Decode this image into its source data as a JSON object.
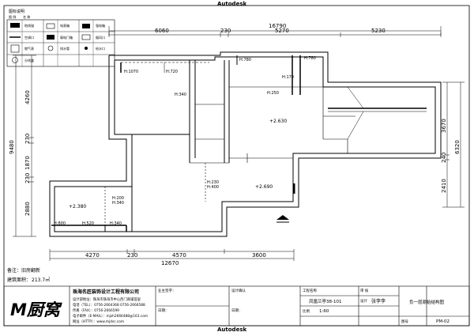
{
  "app": {
    "header": "Autodesk",
    "footer": "Autodesk"
  },
  "legend": {
    "title": "图标说明",
    "columns": [
      "图 例",
      "名 称"
    ],
    "items": [
      {
        "label": "地线锚",
        "icon": "ground-anchor-icon"
      },
      {
        "label": "空调口",
        "icon": "ac-outlet-icon"
      },
      {
        "label": "燃气表",
        "icon": "gas-meter-icon"
      },
      {
        "label": "分线盒",
        "icon": "junction-box-icon"
      },
      {
        "label": "电表箱",
        "icon": "meter-box-icon"
      },
      {
        "label": "弱电门箱",
        "icon": "weak-current-box-icon"
      },
      {
        "label": "排水管",
        "icon": "drain-pipe-icon"
      },
      {
        "label": "强电箱",
        "icon": "strong-current-box-icon"
      },
      {
        "label": "烟风口",
        "icon": "smoke-vent-icon"
      },
      {
        "label": "给水口",
        "icon": "water-inlet-icon"
      }
    ]
  },
  "dimensions": {
    "top_total": "16790",
    "top_segments": [
      "6060",
      "230",
      "5270",
      "5230"
    ],
    "bottom_total": "12670",
    "bottom_segments": [
      "4270",
      "230",
      "4570",
      "3600"
    ],
    "left_total": "9480",
    "left_segments": [
      "4260",
      "230",
      "1870",
      "230",
      "2880"
    ],
    "right_total": "6320",
    "right_segments": [
      "3670",
      "240",
      "2410"
    ]
  },
  "annotations": {
    "levels": [
      "+2.630",
      "+2.690",
      "+2.380"
    ],
    "beams": [
      "H:1070",
      "H:720",
      "H:340",
      "H:780",
      "H:170",
      "H:250",
      "H:780",
      "H:230",
      "H:400",
      "H:200",
      "H:340",
      "H:800",
      "H:520",
      "H:340"
    ]
  },
  "notes": {
    "remark": "备注：旧房翻新",
    "area_label": "建筑面积：",
    "area_value": "213.7㎡"
  },
  "company": {
    "logo": "M厨窝",
    "name": "珠海名匠装饰设计工程有限公司",
    "lines": [
      "设计部地址：珠海市珠海市中心西门商铺首层",
      "电话（TEL）：0756-2664368   0756-2666588",
      "传真（FAX）：0756-2666599",
      "电子邮件（E-MAIL）：mjzh2666488@163.com",
      "网址（HTTP）：www.mjdsc.com"
    ]
  },
  "title_block": {
    "owner_confirm": "业主签字：",
    "date_label": "日期：",
    "design_confirm": "设计确认",
    "project_name_label": "工程名称",
    "project_name": "凤凰兰亭38-101",
    "scale_label": "比例",
    "scale": "1:60",
    "designer_label": "设计",
    "designer": "张李李",
    "drawing_title": "负一层原始结构图",
    "drawing_no_label": "图号",
    "drawing_no": "PM-02",
    "review_label": "审 核"
  }
}
